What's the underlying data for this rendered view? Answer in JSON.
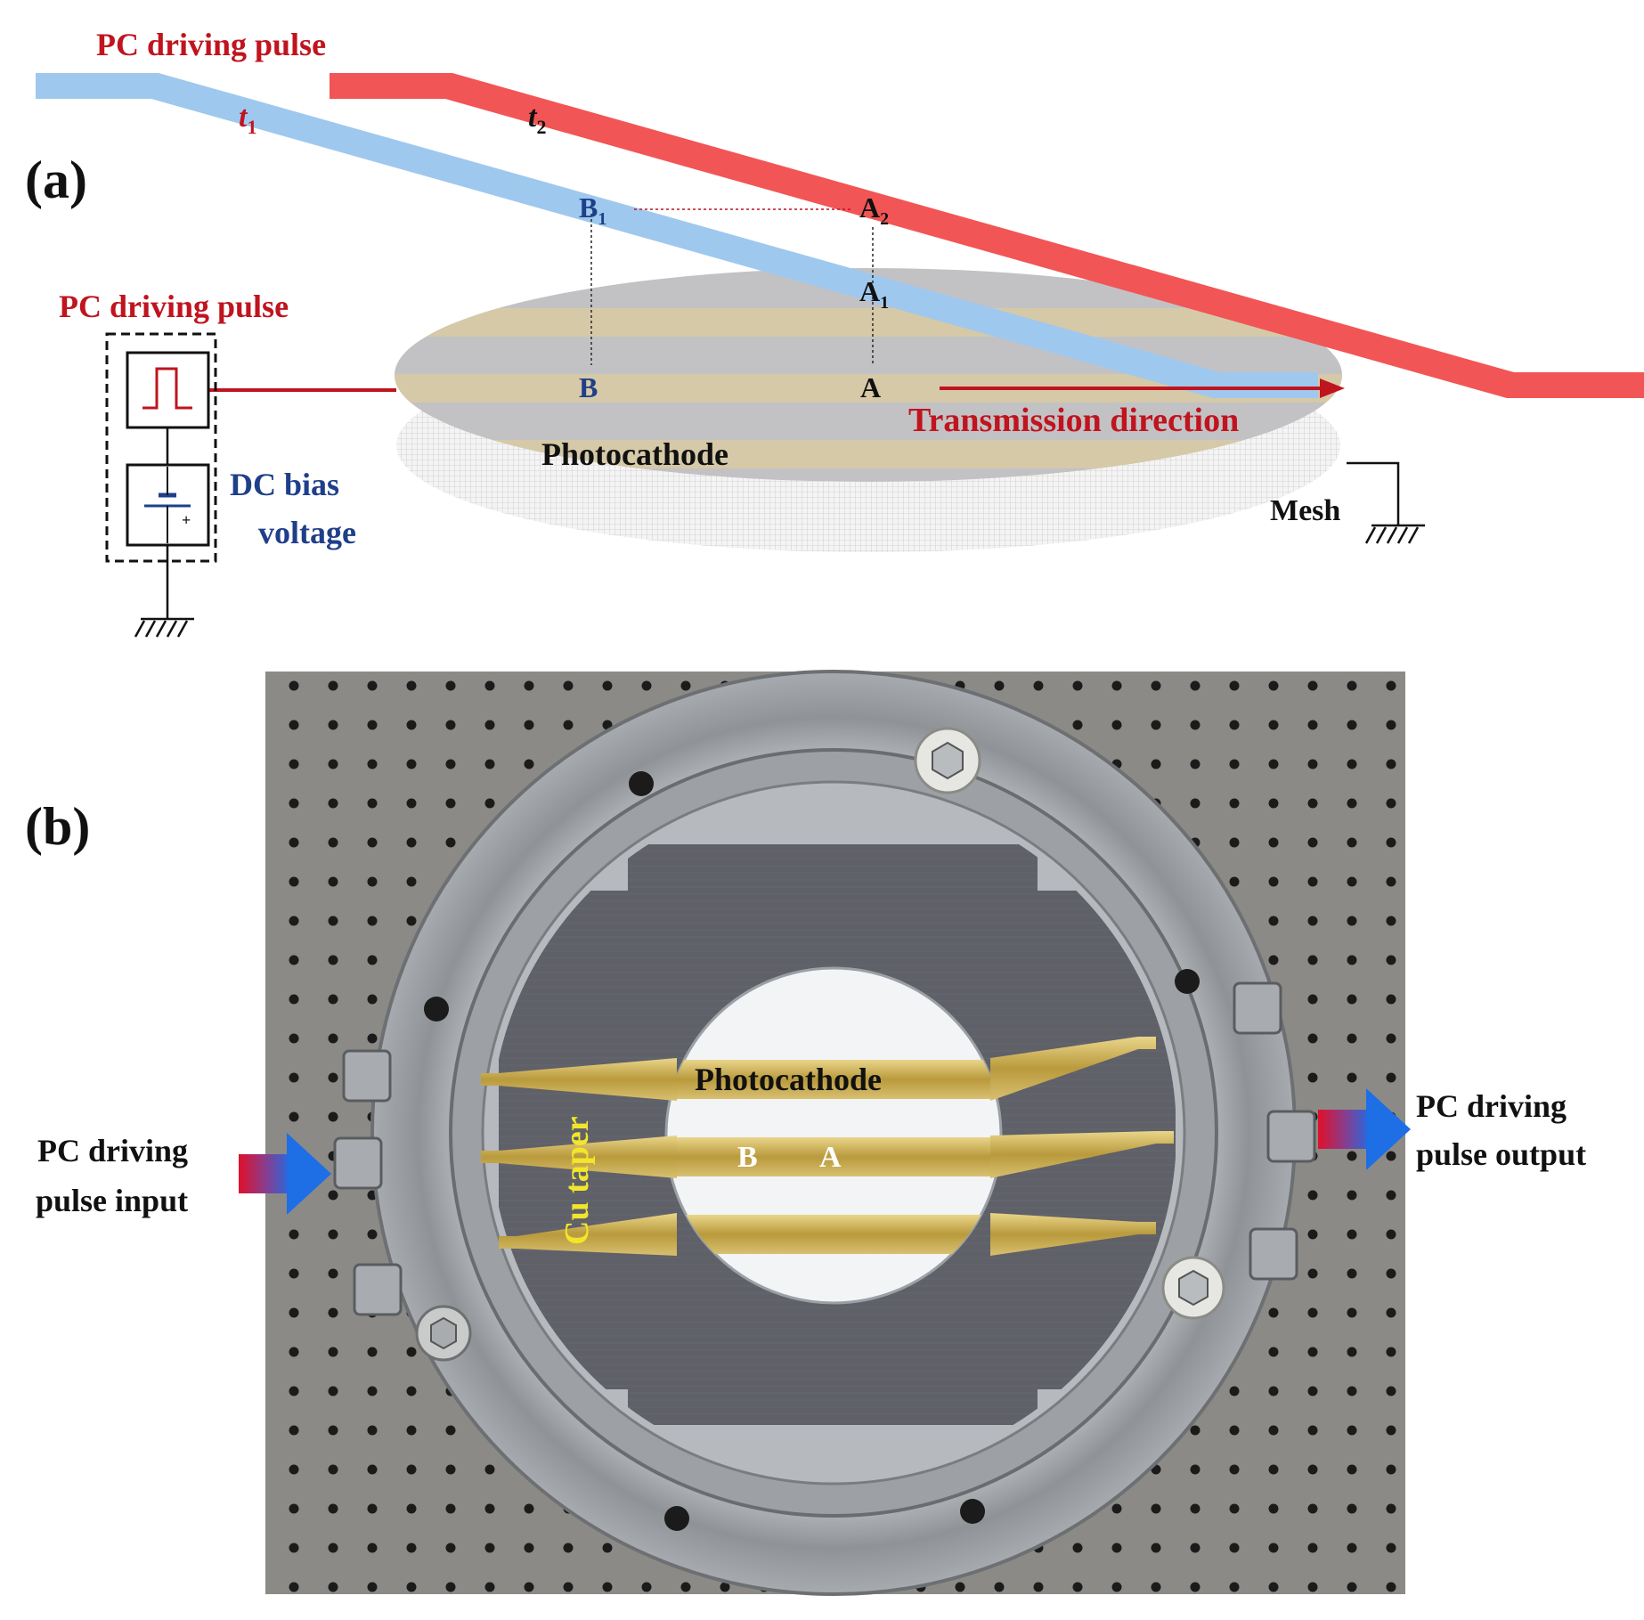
{
  "panel_a": {
    "label": "(a)",
    "top_title": "PC driving pulse",
    "pulse_t1": "t",
    "pulse_t1_sub": "1",
    "pulse_t2": "t",
    "pulse_t2_sub": "2",
    "point_B1": "B",
    "point_B1_sub": "1",
    "point_A2": "A",
    "point_A2_sub": "2",
    "point_A1": "A",
    "point_A1_sub": "1",
    "point_B": "B",
    "point_A": "A",
    "left_title": "PC driving pulse",
    "transmission": "Transmission direction",
    "photocathode": "Photocathode",
    "dc_bias_line1": "DC bias",
    "dc_bias_line2": "voltage",
    "mesh": "Mesh",
    "battery_plus": "+",
    "colors": {
      "pulse_blue": "#9fc8ee",
      "pulse_red": "#f25555",
      "label_red": "#c0141e",
      "label_blue": "#1f3f8a",
      "stripe": "#d6c9a8",
      "disk": "#c2c2c4"
    }
  },
  "panel_b": {
    "label": "(b)",
    "photocathode": "Photocathode",
    "cu_taper": "Cu taper",
    "point_B": "B",
    "point_A": "A",
    "input_line1": "PC driving",
    "input_line2": "pulse input",
    "output_line1": "PC driving",
    "output_line2": "pulse output"
  }
}
